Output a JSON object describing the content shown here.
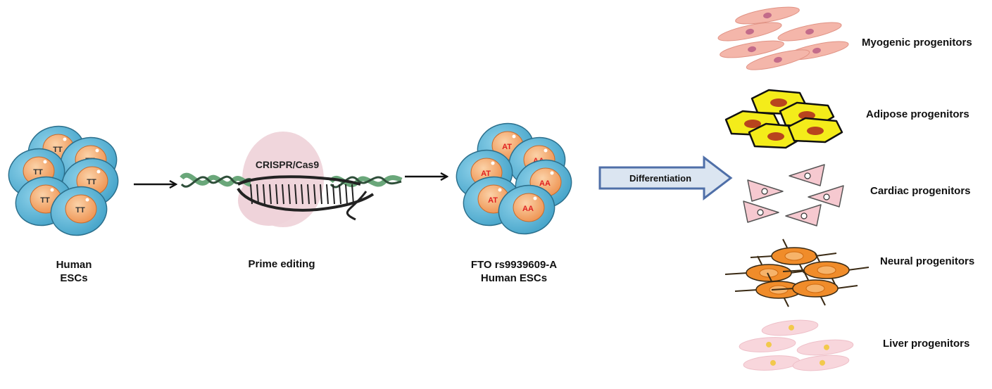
{
  "steps": [
    {
      "line1": "Human",
      "line2": "ESCs"
    },
    {
      "line1": "Prime editing"
    },
    {
      "line1": "FTO rs9939609-A",
      "line2": "Human ESCs"
    }
  ],
  "crispr_label": "CRISPR/Cas9",
  "differentiation_label": "Differentiation",
  "genotypes_before": [
    "TT",
    "TT",
    "TT",
    "TT",
    "TT",
    "TT"
  ],
  "genotypes_after": [
    "AT",
    "AA",
    "AT",
    "AA",
    "AT",
    "AA"
  ],
  "progenitors": [
    "Myogenic progenitors",
    "Adipose progenitors",
    "Cardiac progenitors",
    "Neural progenitors",
    "Liver progenitors"
  ],
  "colors": {
    "cell_body": "#5bb8d8",
    "nucleus": "#f0a060",
    "genotype_text_before": "#333333",
    "genotype_text_after": "#e02020",
    "cas9_blob": "#f0d6dc",
    "dna_strand": "#333333",
    "dna_green": "#6aa77a",
    "diff_arrow_fill": "#dbe5f1",
    "diff_arrow_stroke": "#4f6fa8",
    "myogenic": "#f4b6aa",
    "adipose": "#f4ec1a",
    "cardiac": "#f6c9d0",
    "neural": "#f08c2a",
    "liver": "#f8d6dc"
  }
}
